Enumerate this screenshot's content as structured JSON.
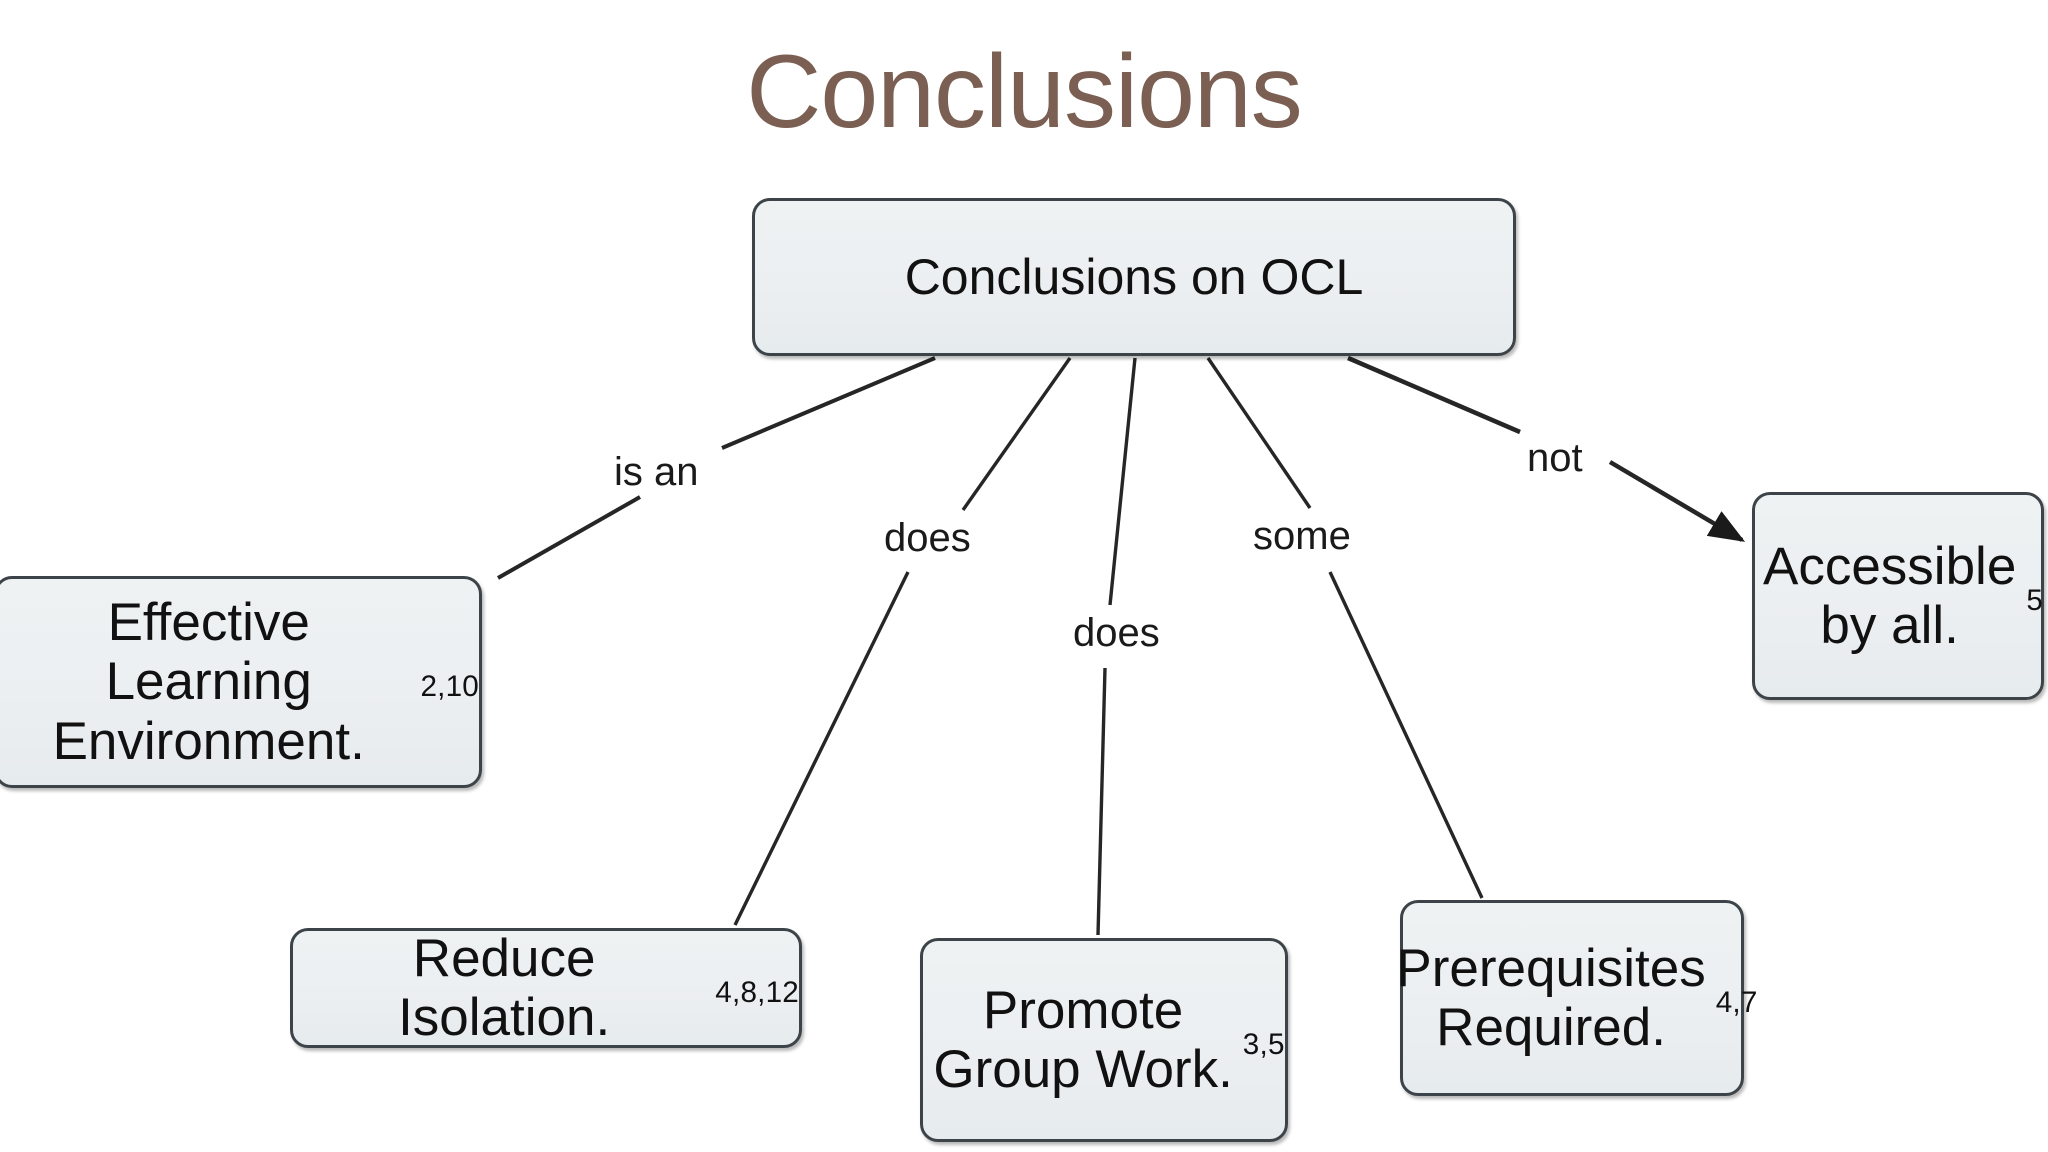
{
  "slide": {
    "title": "Conclusions",
    "title_color": "#7a5f52",
    "background_color": "#ffffff"
  },
  "concept_map": {
    "node_fill": "#eceff1",
    "node_border": "#3d4449",
    "nodes": {
      "root": {
        "label": "Conclusions on OCL",
        "subscript": ""
      },
      "effective": {
        "label": "Effective\nLearning Environment.",
        "subscript": "2,10"
      },
      "reduce": {
        "label": "Reduce Isolation.",
        "subscript": "4,8,12"
      },
      "promote": {
        "label": "Promote\nGroup Work.",
        "subscript": "3,5"
      },
      "prerequisites": {
        "label": "Prerequisites\nRequired.",
        "subscript": "4,7"
      },
      "accessible": {
        "label": "Accessible\nby all.",
        "subscript": "5"
      }
    },
    "edges": [
      {
        "from": "root",
        "to": "effective",
        "label": "is an",
        "arrow": false
      },
      {
        "from": "root",
        "to": "reduce",
        "label": "does",
        "arrow": false
      },
      {
        "from": "root",
        "to": "promote",
        "label": "does",
        "arrow": false
      },
      {
        "from": "root",
        "to": "prerequisites",
        "label": "some",
        "arrow": false
      },
      {
        "from": "root",
        "to": "accessible",
        "label": "not",
        "arrow": true
      }
    ],
    "edge_labels": {
      "is_an": "is an",
      "does_1": "does",
      "does_2": "does",
      "some": "some",
      "not": "not"
    }
  }
}
